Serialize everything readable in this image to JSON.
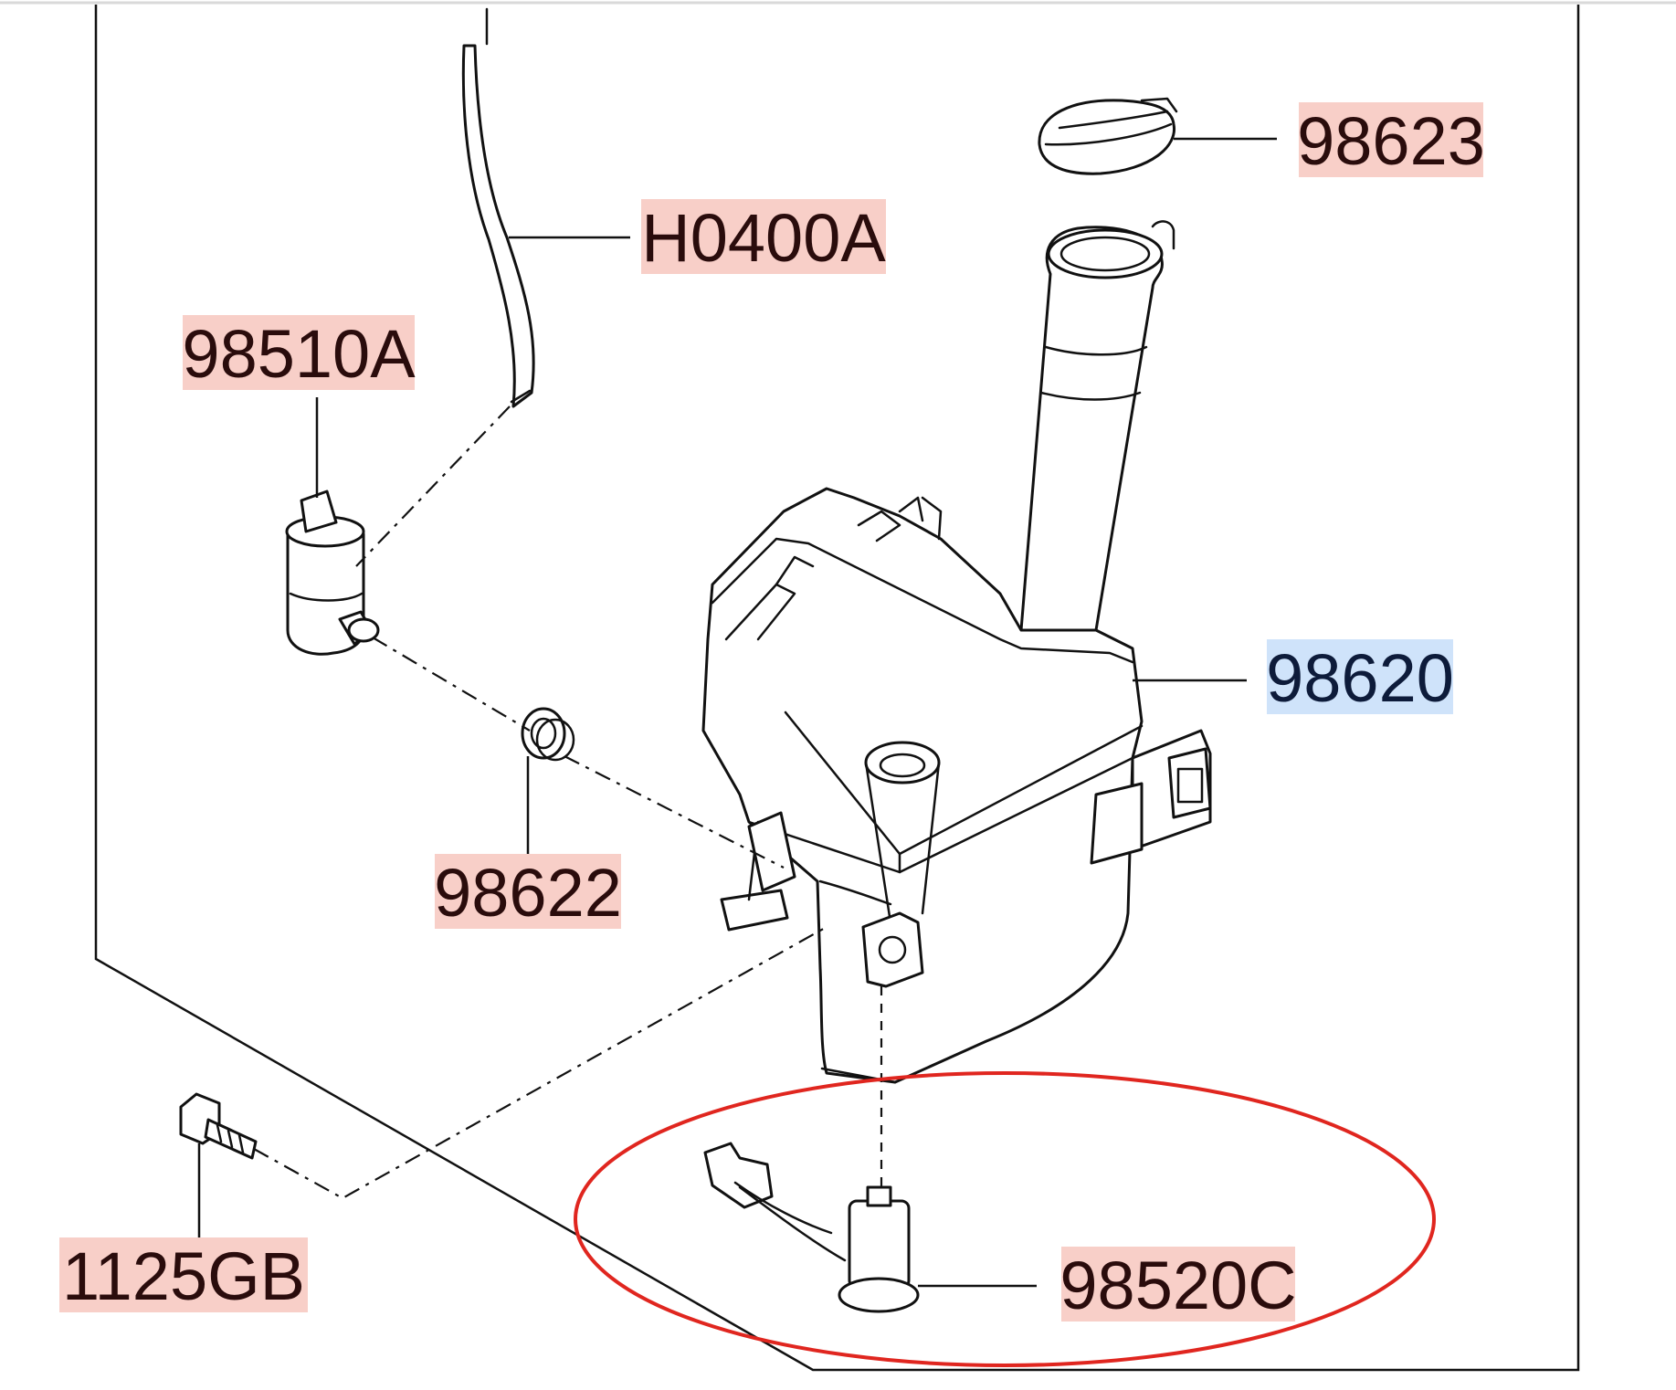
{
  "parts": [
    {
      "id": "98623",
      "label": "98623",
      "name": "cap"
    },
    {
      "id": "H0400A",
      "label": "H0400A",
      "name": "hose"
    },
    {
      "id": "98510A",
      "label": "98510A",
      "name": "pump"
    },
    {
      "id": "98620",
      "label": "98620",
      "name": "reservoir",
      "highlighted": true
    },
    {
      "id": "98622",
      "label": "98622",
      "name": "grommet"
    },
    {
      "id": "1125GB",
      "label": "1125GB",
      "name": "bolt"
    },
    {
      "id": "98520C",
      "label": "98520C",
      "name": "level-sensor",
      "circled": true
    }
  ],
  "colors": {
    "label_bg": "#f8cfc8",
    "label_bg_selected": "#cfe3fa",
    "circle": "#e0261f",
    "line": "#111111"
  }
}
